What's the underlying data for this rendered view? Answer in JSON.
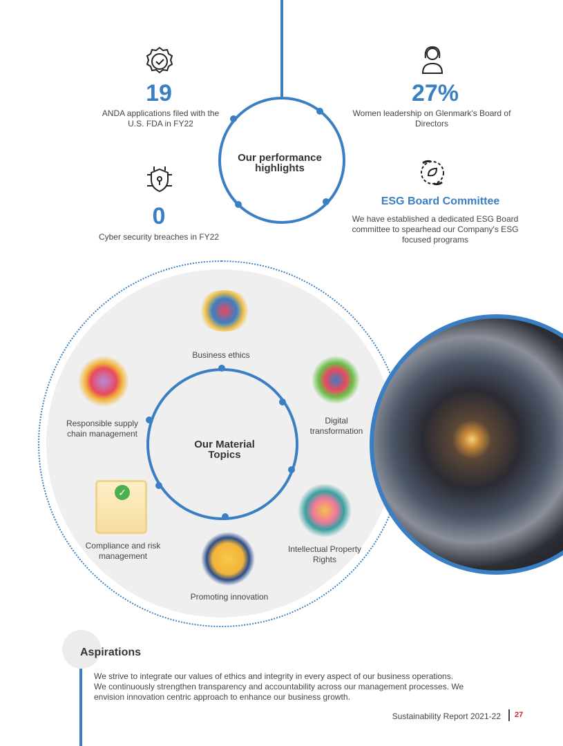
{
  "highlights": {
    "title": "Our performance highlights",
    "items": [
      {
        "value": "19",
        "caption": "ANDA applications filed with the U.S. FDA in FY22",
        "icon": "badge-check-icon"
      },
      {
        "value": "27%",
        "caption": "Women leadership on Glenmark's Board of Directors",
        "icon": "woman-icon"
      },
      {
        "value": "0",
        "caption": "Cyber security breaches in FY22",
        "icon": "shield-lock-icon"
      },
      {
        "value": "ESG Board Committee",
        "caption": "We have established a dedicated ESG Board committee to spearhead our Company's ESG focused programs",
        "icon": "leaf-hands-icon"
      }
    ]
  },
  "material_topics": {
    "title": "Our Material Topics",
    "topics": [
      "Business ethics",
      "Digital transformation",
      "Intellectual Property Rights",
      "Promoting innovation",
      "Compliance and risk management",
      "Responsible supply chain management"
    ]
  },
  "aspirations": {
    "heading": "Aspirations",
    "text": "We strive to integrate our values of ethics and integrity in every aspect of our business operations. We continuously strengthen transparency and accountability across our management processes. We envision innovation centric approach to enhance our business growth."
  },
  "footer": {
    "report": "Sustainability Report 2021-22",
    "page": "27"
  },
  "colors": {
    "accent": "#3a7fc3",
    "page_number": "#d0202a",
    "panel": "#efefef"
  }
}
